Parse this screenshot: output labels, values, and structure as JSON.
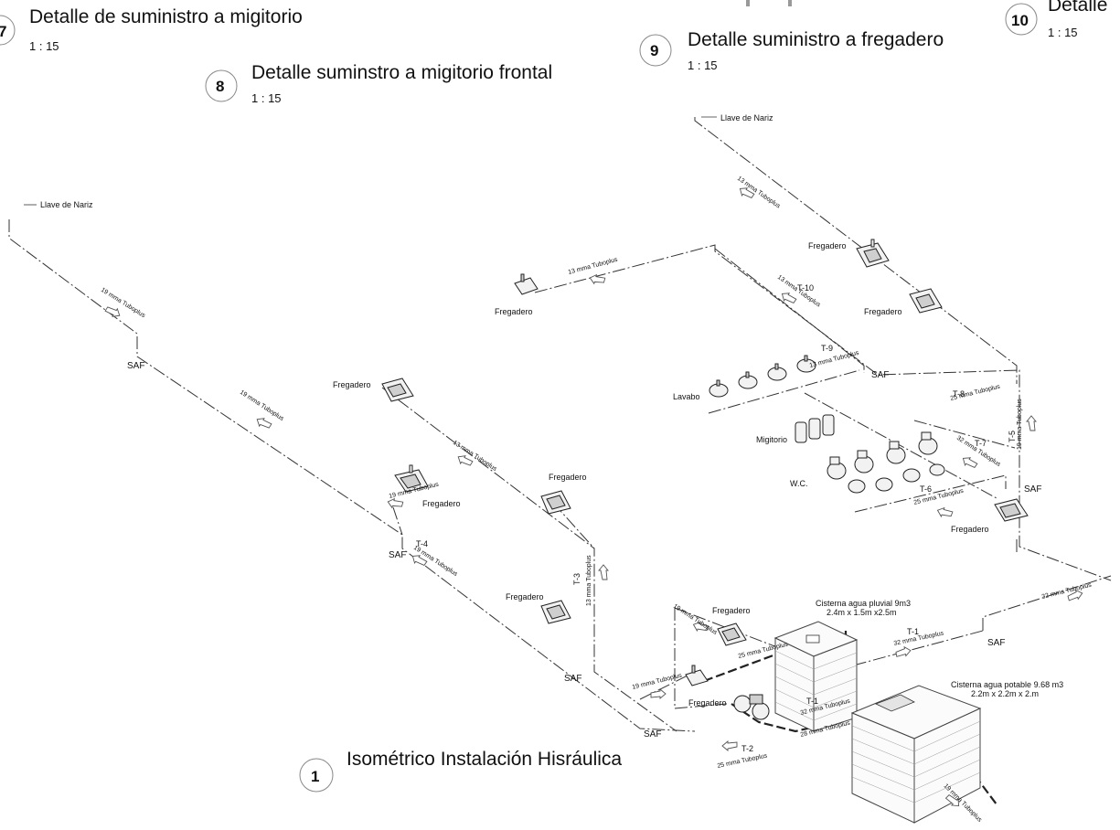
{
  "headers": [
    {
      "number": "7",
      "title": "Detalle de suministro a migitorio",
      "scale": "1 : 15"
    },
    {
      "number": "8",
      "title": "Detalle suminstro a migitorio frontal",
      "scale": "1 : 15"
    },
    {
      "number": "9",
      "title": "Detalle suministro a fregadero",
      "scale": "1 : 15"
    },
    {
      "number": "10",
      "title": "Detalle",
      "scale": "1 : 15"
    }
  ],
  "main_title": {
    "number": "1",
    "title": "Isométrico Instalación Hisráulica"
  },
  "labels": {
    "llave_nariz": "Llave de Nariz",
    "fregadero": "Fregadero",
    "lavabo": "Lavabo",
    "migitorio": "Migitorio",
    "wc": "W.C.",
    "saf": "SAF"
  },
  "pipe_labels": {
    "p13": "13 mma Tuboplus",
    "p19": "19 mma Tuboplus",
    "p25": "25 mma Tuboplus",
    "p28": "28 mma Tuboplus",
    "p32": "32 mma Tuboplus"
  },
  "tramos": {
    "t1": "T-1",
    "t2": "T-2",
    "t3": "T-3",
    "t4": "T-4",
    "t5": "T-5",
    "t6": "T-6",
    "t7": "T-7",
    "t8": "T-8",
    "t9": "T-9",
    "t10": "T-10"
  },
  "cisterns": {
    "pluvial_title": "Cisterna agua pluvial 9m3",
    "pluvial_dims": "2.4m x 1.5m x2.5m",
    "potable_title": "Cisterna agua potable 9.68 m3",
    "potable_dims": "2.2m x 2.2m x 2.m"
  }
}
